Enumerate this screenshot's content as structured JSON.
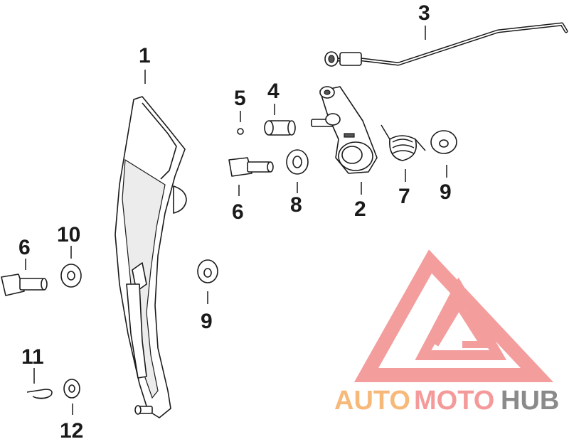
{
  "callouts": {
    "c1": "1",
    "c2": "2",
    "c3": "3",
    "c4": "4",
    "c5": "5",
    "c6a": "6",
    "c6b": "6",
    "c7": "7",
    "c8": "8",
    "c9a": "9",
    "c9b": "9",
    "c10": "10",
    "c11": "11",
    "c12": "12"
  },
  "watermark": {
    "part1": "AUTO",
    "part2": "MOTO",
    "part3": "HUB",
    "color_orange": "#f7b97a",
    "color_pink": "#f59a9a",
    "color_gray": "#8a8a8a"
  },
  "colors": {
    "line": "#1a1a1a",
    "shade": "#c8c8c8",
    "logo": "#f28c8c"
  }
}
